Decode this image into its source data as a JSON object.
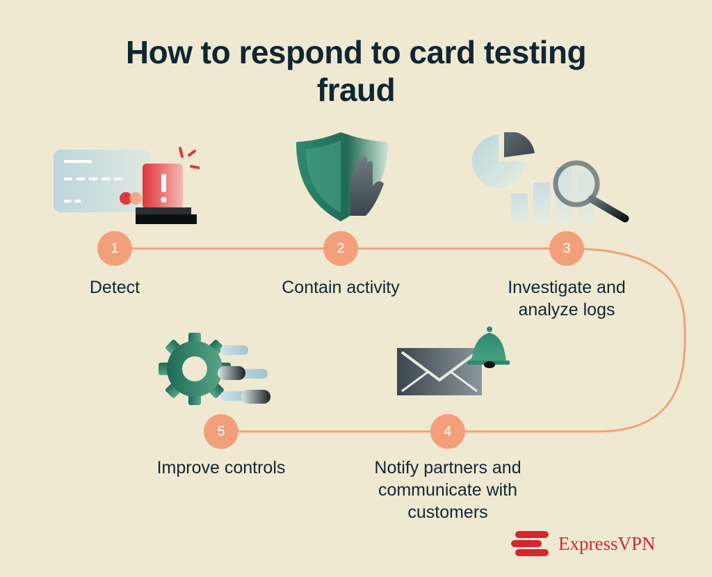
{
  "title": {
    "line1": "How to respond to card testing",
    "line2": "fraud"
  },
  "steps": [
    {
      "number": "1",
      "label": "Detect",
      "icon": "card-alarm-icon"
    },
    {
      "number": "2",
      "label": "Contain activity",
      "icon": "shield-hand-icon"
    },
    {
      "number": "3",
      "label_lines": [
        "Investigate and",
        "analyze logs"
      ],
      "icon": "analytics-magnifier-icon"
    },
    {
      "number": "4",
      "label_lines": [
        "Notify partners and",
        "communicate with",
        "customers"
      ],
      "icon": "envelope-bell-icon"
    },
    {
      "number": "5",
      "label": "Improve controls",
      "icon": "gear-controls-icon"
    }
  ],
  "brand": {
    "name": "ExpressVPN"
  },
  "colors": {
    "background": "#f0e9d2",
    "node": "#f2a07b",
    "text": "#102632",
    "alert": "#e0353a",
    "brand": "#d6262f"
  }
}
